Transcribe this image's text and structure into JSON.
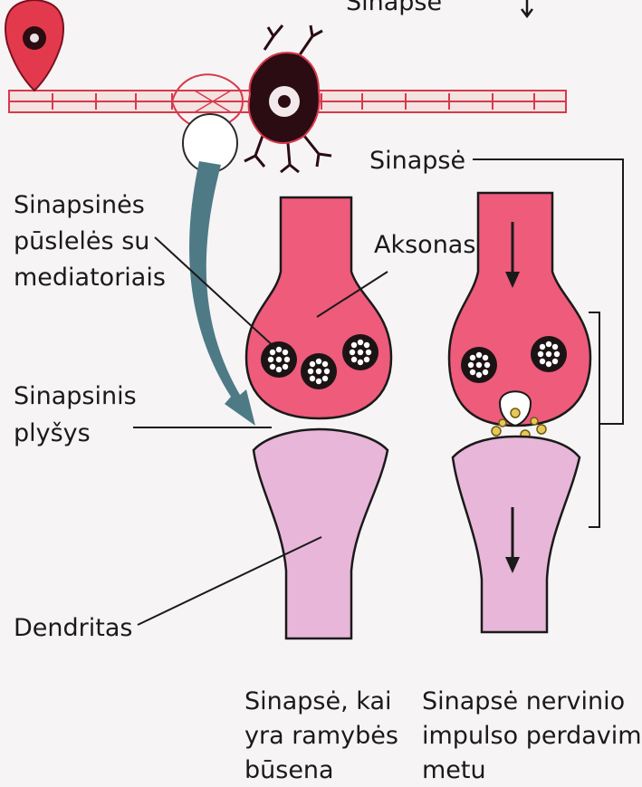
{
  "top_label": "Sinapsė",
  "labels": {
    "vesicles_line1": "Sinapsinės",
    "vesicles_line2": "pūslelės su",
    "vesicles_line3": "mediatoriais",
    "axon": "Aksonas",
    "synapse": "Sinapsė",
    "cleft_line1": "Sinapsinis",
    "cleft_line2": "plyšys",
    "dendrite": "Dendritas"
  },
  "captions": {
    "resting_line1": "Sinapsė, kai",
    "resting_line2": "yra ramybės",
    "resting_line3": "būsena",
    "active_line1": "Sinapsė nervinio",
    "active_line2": "impulso perdavimo",
    "active_line3": "metu"
  },
  "colors": {
    "axon_terminal": "#ee5b7b",
    "dendrite": "#e8b6d8",
    "vesicle": "#1c1414",
    "mediator": "#e6c75a",
    "nerve": "#d8394c",
    "nerve_cell": "#2a0c12",
    "zoom_arrow": "#4e7a86"
  },
  "icons": {
    "down_arrow": "down-arrow-icon"
  }
}
